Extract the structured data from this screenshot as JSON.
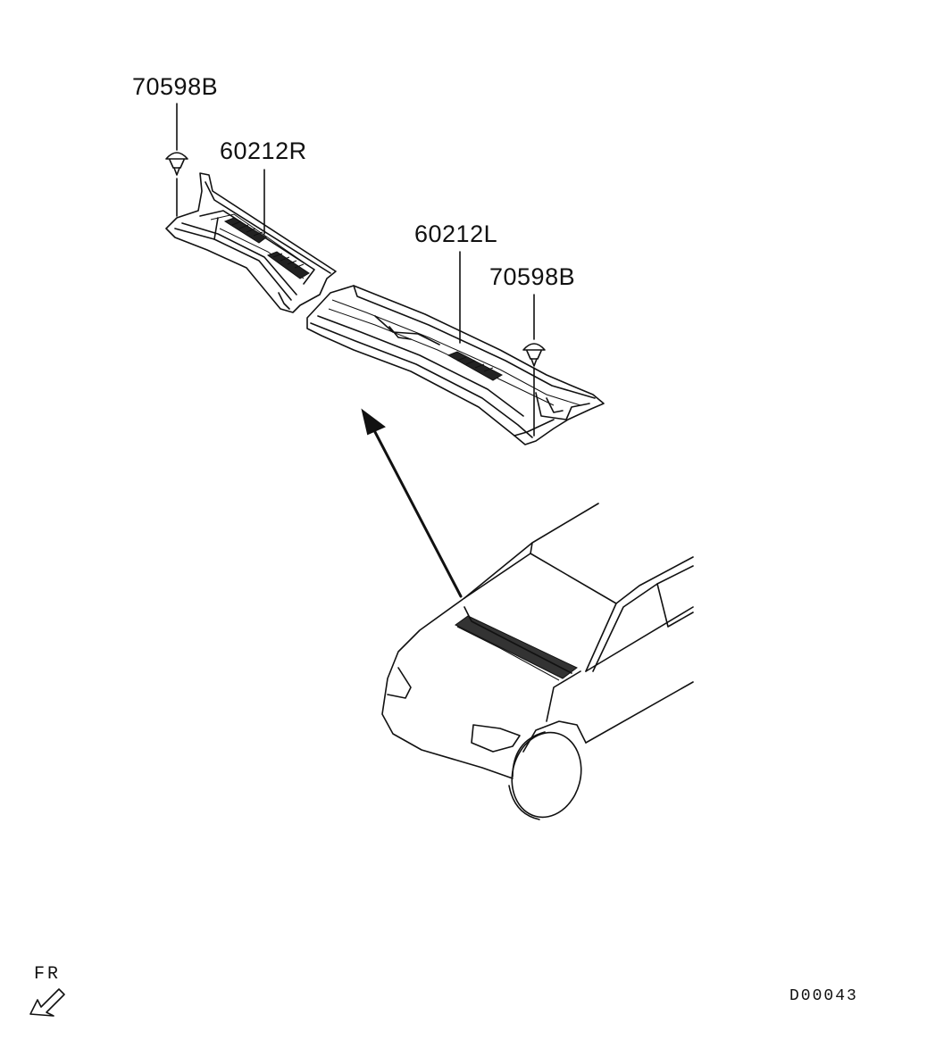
{
  "labels": {
    "clip_left": "70598B",
    "cowl_right": "60212R",
    "cowl_left": "60212L",
    "clip_right": "70598B"
  },
  "direction_marker": "FR",
  "diagram_code": "D00043"
}
